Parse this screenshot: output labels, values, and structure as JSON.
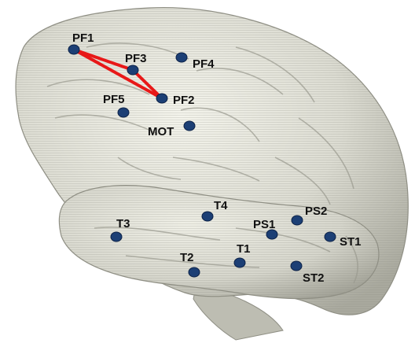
{
  "electrodes": [
    {
      "id": "PF1",
      "label": "PF1"
    },
    {
      "id": "PF3",
      "label": "PF3"
    },
    {
      "id": "PF4",
      "label": "PF4"
    },
    {
      "id": "PF5",
      "label": "PF5"
    },
    {
      "id": "PF2",
      "label": "PF2"
    },
    {
      "id": "MOT",
      "label": "MOT"
    },
    {
      "id": "T4",
      "label": "T4"
    },
    {
      "id": "T3",
      "label": "T3"
    },
    {
      "id": "PS1",
      "label": "PS1"
    },
    {
      "id": "PS2",
      "label": "PS2"
    },
    {
      "id": "ST1",
      "label": "ST1"
    },
    {
      "id": "T1",
      "label": "T1"
    },
    {
      "id": "T2",
      "label": "T2"
    },
    {
      "id": "ST2",
      "label": "ST2"
    }
  ],
  "connections": [
    {
      "from": "PF1",
      "to": "PF3"
    },
    {
      "from": "PF1",
      "to": "PF2"
    },
    {
      "from": "PF3",
      "to": "PF2"
    }
  ],
  "colors": {
    "connection": "#e81818",
    "electrode": "#1c3f75",
    "brain": "#dcdcd2",
    "brain_edge": "#8f8f84"
  }
}
